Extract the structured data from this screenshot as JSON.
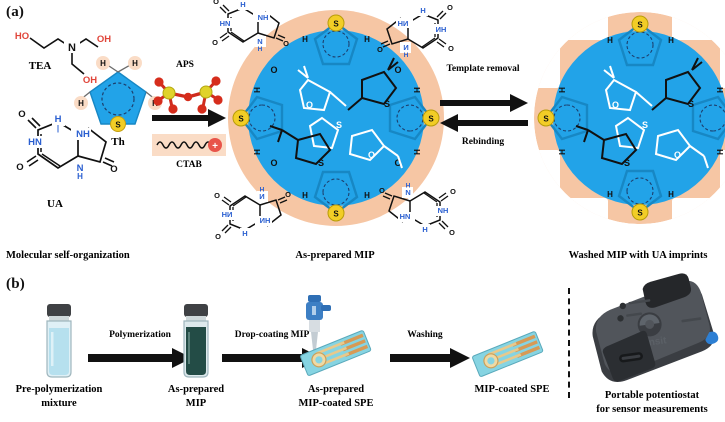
{
  "figure": {
    "panel_a_label": "(a)",
    "panel_b_label": "(b)"
  },
  "panel_a": {
    "molecules": [
      {
        "id": "tea",
        "label": "TEA",
        "name": "triethanolamine",
        "atom_labels": [
          "HO",
          "N",
          "OH",
          "OH"
        ]
      },
      {
        "id": "ua",
        "label": "UA",
        "name": "uric acid",
        "atom_labels": [
          "O",
          "H",
          "HN",
          "NH",
          "O",
          "N",
          "O",
          "H"
        ]
      },
      {
        "id": "th",
        "label": "Th",
        "name": "thiophene",
        "atom_labels": [
          "H",
          "H",
          "H",
          "H",
          "S"
        ]
      }
    ],
    "reagents": [
      {
        "id": "aps",
        "label": "APS",
        "name": "ammonium-persulfate-icon"
      },
      {
        "id": "ctab",
        "label": "CTAB",
        "name": "surfactant-chain-icon"
      }
    ],
    "reversible_arrows": {
      "forward_label": "Template removal",
      "reverse_label": "Rebinding"
    },
    "captions": [
      {
        "id": "left",
        "text": "Molecular self-organization"
      },
      {
        "id": "middle",
        "text": "As-prepared MIP"
      },
      {
        "id": "right",
        "text": "Washed MIP with UA imprints"
      }
    ],
    "sphere_atoms": {
      "sulfur": "S",
      "hydrogen": "H",
      "oxygen": "O",
      "nitrogen": "N"
    },
    "colors": {
      "core_blue": "#22a3e8",
      "corona_peach": "#f6c6a4",
      "sulfur_yellow": "#f2cd26",
      "oxygen_red": "#e03020",
      "nitrogen_blue": "#2a5fd0",
      "aps_sulfur": "#d8c518",
      "ctab_head": "#e8544a"
    }
  },
  "panel_b": {
    "steps": [
      {
        "id": "vial-pre",
        "caption_line1": "Pre-polymerization",
        "caption_line2": "mixture",
        "icon": "vial-icon",
        "liquid_color": "#b6e0ee",
        "cap_color": "#3f4144"
      },
      {
        "id": "vial-mip",
        "caption_line1": "As-prepared",
        "caption_line2": "MIP",
        "icon": "vial-icon",
        "liquid_color": "#234c46",
        "cap_color": "#3f4144"
      },
      {
        "id": "spe-coated-raw",
        "caption_line1": "As-prepared",
        "caption_line2": "MIP-coated SPE",
        "icon": "electrode-strip-icon",
        "strip_color": "#86d4e2"
      },
      {
        "id": "spe-final",
        "caption_line1": "MIP-coated SPE",
        "caption_line2": "",
        "icon": "electrode-strip-icon",
        "strip_color": "#86d4e2"
      }
    ],
    "arrows": [
      {
        "id": "arrow-polymerization",
        "label": "Polymerization"
      },
      {
        "id": "arrow-drop-coating",
        "label": "Drop-coating MIP"
      },
      {
        "id": "arrow-washing",
        "label": "Washing"
      }
    ],
    "device": {
      "caption_line1": "Portable potentiostat",
      "caption_line2": "for sensor measurements",
      "body_color": "#4a4d52",
      "accent_button_color": "#2d7fd3",
      "brand_text": "sensit"
    },
    "pipette": {
      "icon": "pipette-icon",
      "color": "#2f6fb5"
    }
  }
}
